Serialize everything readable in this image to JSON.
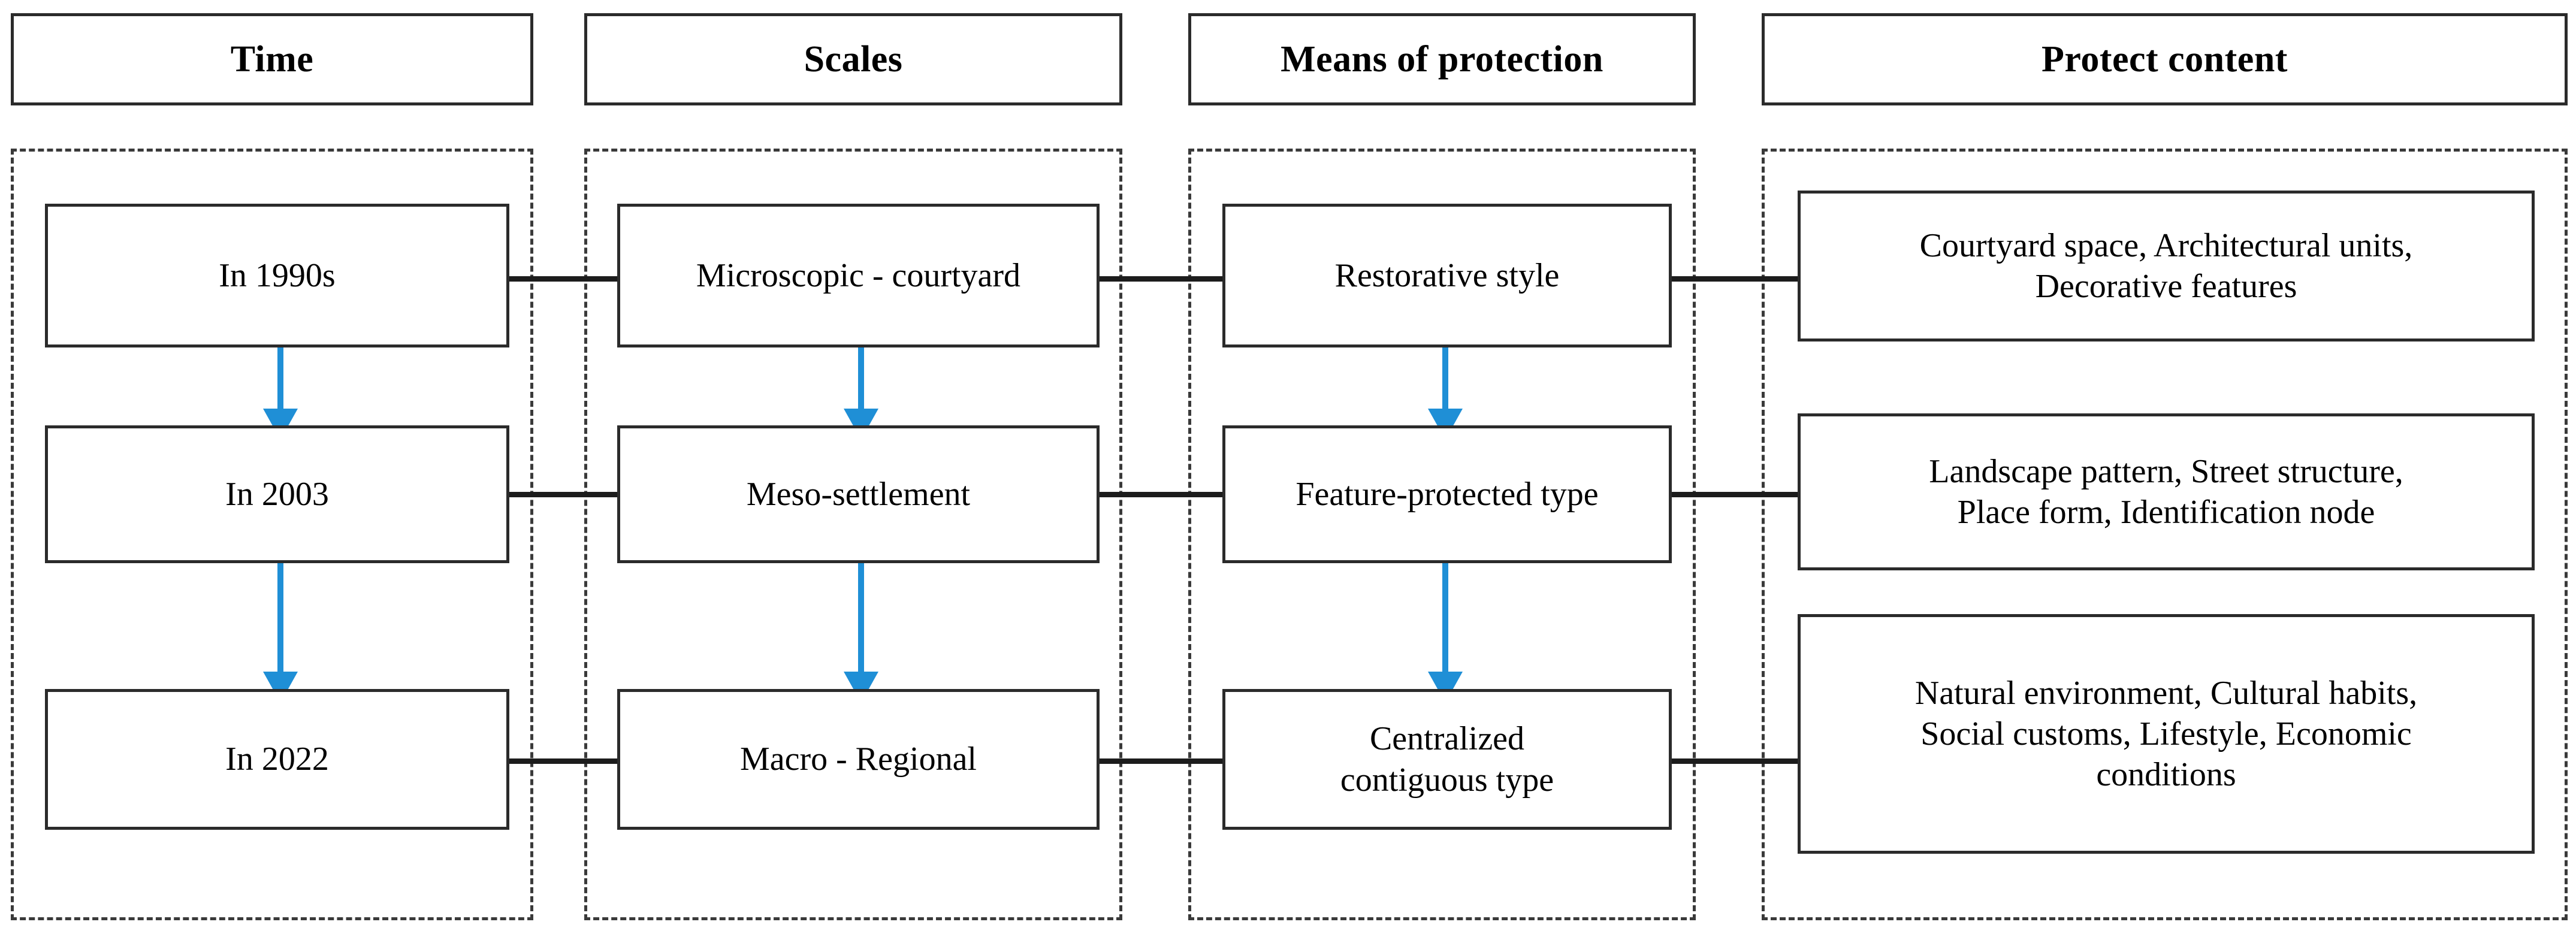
{
  "diagram": {
    "title_row": {
      "columns": [
        {
          "label": "Time"
        },
        {
          "label": "Scales"
        },
        {
          "label": "Means of protection"
        },
        {
          "label": "Protect content"
        }
      ]
    },
    "rows": [
      {
        "time": "In 1990s",
        "scale": "Microscopic - courtyard",
        "means": "Restorative style",
        "content": "Courtyard space, Architectural units,\nDecorative features"
      },
      {
        "time": "In 2003",
        "scale": "Meso-settlement",
        "means": "Feature-protected type",
        "content": "Landscape pattern, Street structure,\nPlace form, Identification node"
      },
      {
        "time": "In 2022",
        "scale": "Macro - Regional",
        "means": "Centralized\ncontiguous type",
        "content": "Natural environment, Cultural habits,\nSocial customs, Lifestyle, Economic\nconditions"
      }
    ],
    "colors": {
      "arrow": "#1f8fd6",
      "connector": "#1c1c1c",
      "box_border": "#2b2b2b",
      "dashed_border": "#3a3a3a",
      "text": "#000000",
      "background": "#ffffff"
    }
  }
}
